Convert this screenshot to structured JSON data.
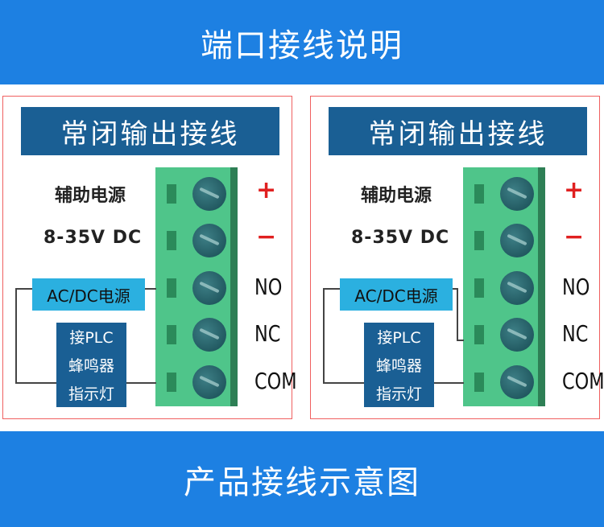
{
  "header": {
    "title": "端口接线说明"
  },
  "footer": {
    "title": "产品接线示意图"
  },
  "panels": [
    {
      "title": "常闭输出接线",
      "aux_label": "辅助电源",
      "voltage_label": "8-35V DC",
      "plus": "+",
      "minus": "−",
      "pins": [
        "NO",
        "NC",
        "COM"
      ],
      "power_box": "AC/DC电源",
      "load_lines": [
        "接PLC",
        "蜂鸣器",
        "指示灯"
      ],
      "power_connects_to": "NO"
    },
    {
      "title": "常闭输出接线",
      "aux_label": "辅助电源",
      "voltage_label": "8-35V DC",
      "plus": "+",
      "minus": "−",
      "pins": [
        "NO",
        "NC",
        "COM"
      ],
      "power_box": "AC/DC电源",
      "load_lines": [
        "接PLC",
        "蜂鸣器",
        "指示灯"
      ],
      "power_connects_to": "NC"
    }
  ]
}
